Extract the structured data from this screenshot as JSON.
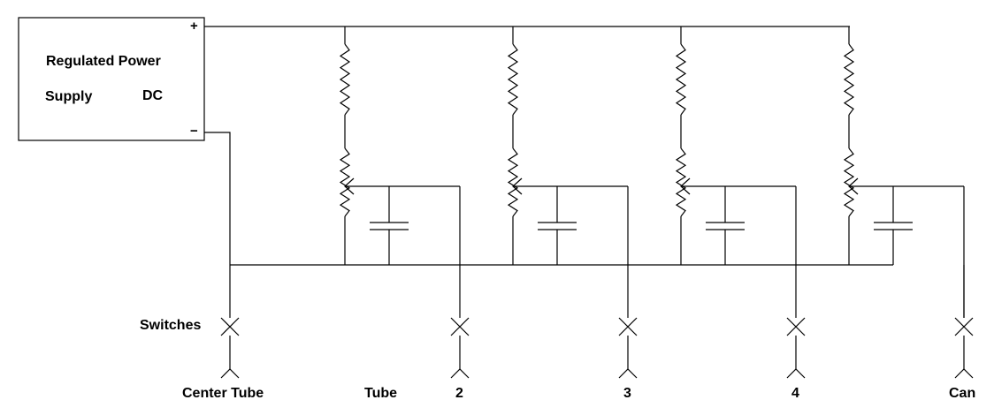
{
  "power_supply": {
    "line1": "Regulated Power",
    "line2_left": "Supply",
    "line2_right": "DC",
    "plus": "+",
    "minus": "−"
  },
  "switches_label": "Switches",
  "outputs": {
    "center": "Center Tube",
    "tube_word": "Tube",
    "t2": "2",
    "t3": "3",
    "t4": "4",
    "can": "Can"
  }
}
